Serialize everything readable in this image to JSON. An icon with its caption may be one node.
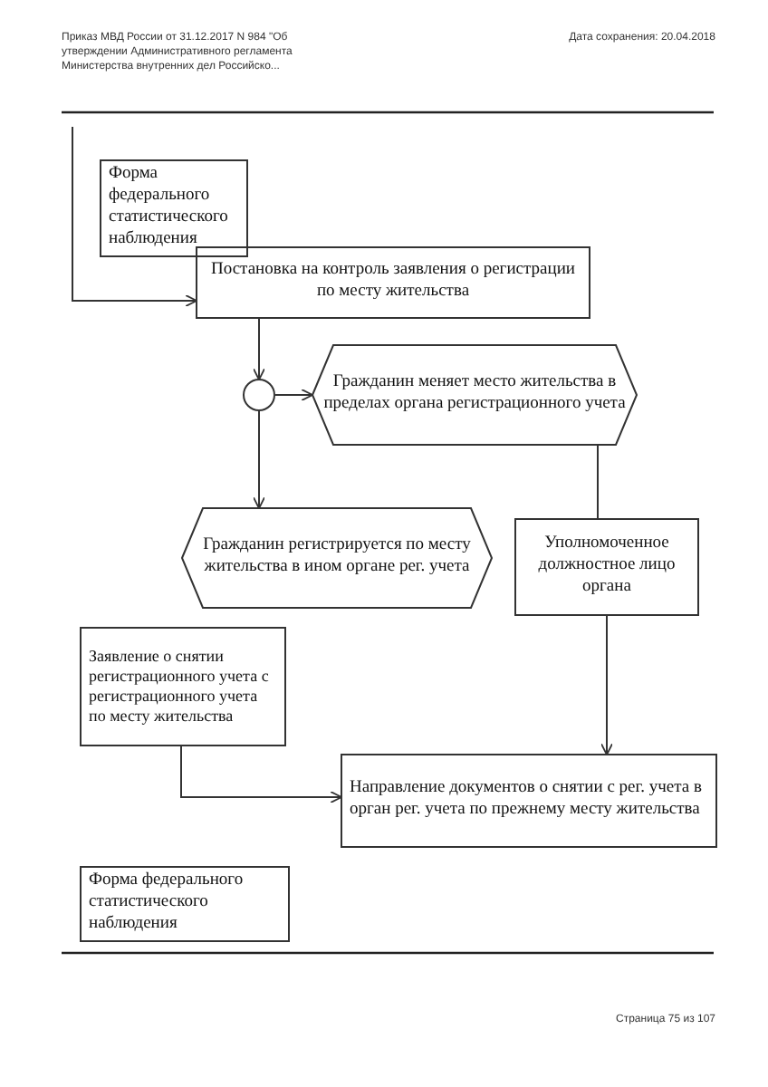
{
  "diagram": {
    "nodes": [
      {
        "text": [
          "Форма федерального статистического наблюдения"
        ]
      },
      {
        "text": [
          "Постановка на контроль заявления о регистрации по месту жительства"
        ]
      },
      {
        "text": [],
        "shape": "circle"
      },
      {
        "text": [
          "Гражданин меняет место жительства в пределах органа регистрационного учета"
        ]
      },
      {
        "text": [
          "Гражданин регистрируется по месту жительства в ином органе рег. учета"
        ]
      },
      {
        "text": [
          "Уполномоченное должностное лицо органа"
        ]
      },
      {
        "text": [
          "Заявление о снятии регистрационного учета с регистрационного учета по месту жительства"
        ]
      },
      {
        "text": [
          "Направление документов о снятии с рег. учета в орган рег. учета по прежнему месту жительства"
        ]
      },
      {
        "text": [
          "Форма федерального статистического наблюдения"
        ]
      }
    ],
    "edges": [
      {
        "from": null,
        "to": 1,
        "arrow": "to"
      },
      {
        "from": 1,
        "to": 2,
        "arrow": "to"
      },
      {
        "from": 2,
        "to": 3,
        "arrow": "to"
      },
      {
        "from": 2,
        "to": 4,
        "arrow": "to"
      },
      {
        "from": 3,
        "to": 5,
        "arrow": "none"
      },
      {
        "from": 5,
        "to": 7,
        "arrow": "to"
      },
      {
        "from": 6,
        "to": 7,
        "arrow": "to"
      }
    ],
    "labels": [
      "Приказ МВД России от 31.12.2017 N 984 \"Об утверждении Административного регламента Министерства внутренних дел Российско...",
      "Дата сохранения: 20.04.2018",
      "Страница 75 из 107"
    ]
  }
}
